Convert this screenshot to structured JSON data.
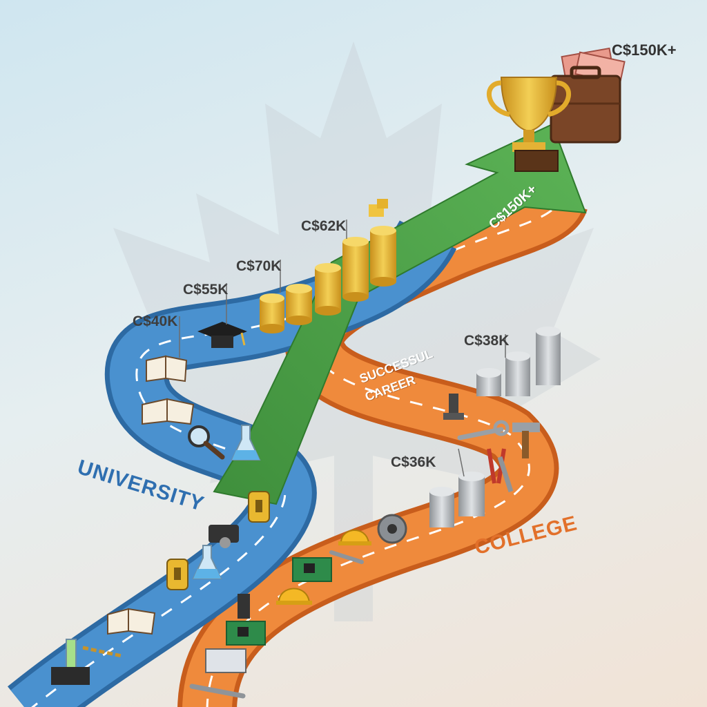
{
  "labels": {
    "top_salary": "C$150K+",
    "arrow_salary": "C$150K+",
    "career_line1": "SUCCESSUL",
    "career_line2": "CAREER",
    "university": "UNIVERSITY",
    "college": "COLLEGE"
  },
  "university_milestones": [
    "C$40K",
    "C$55K",
    "C$70K",
    "C$62K"
  ],
  "college_milestones": [
    "C$38K",
    "C$36K"
  ],
  "colors": {
    "university_road": "#3a7fbf",
    "college_road": "#e8772e",
    "career_arrow": "#4fa64b",
    "gold_coin": "#e9b830",
    "silver_coin": "#b9bcc0"
  },
  "icons": {
    "university": [
      "book-icon",
      "graduation-cap-icon",
      "magnifier-icon",
      "flask-icon",
      "microscope-icon",
      "gold-coin-stack-icon"
    ],
    "college": [
      "wrench-icon",
      "hard-hat-icon",
      "circuit-board-icon",
      "gear-tool-icon",
      "silver-coin-stack-icon"
    ],
    "top": [
      "trophy-icon",
      "briefcase-icon",
      "banknotes-icon"
    ]
  }
}
